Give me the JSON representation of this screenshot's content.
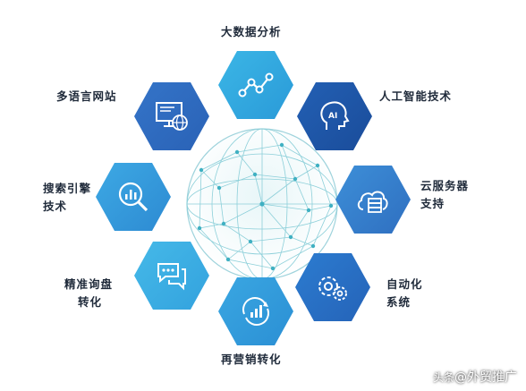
{
  "nodes": {
    "big_data": "大数据分析",
    "ai": "人工智能技术",
    "cloud_1": "云服务器",
    "cloud_2": "支持",
    "automation_1": "自动化",
    "automation_2": "系统",
    "remarketing": "再营销转化",
    "inquiry_1": "精准询盘",
    "inquiry_2": "转化",
    "search_1": "搜索引擎",
    "search_2": "技术",
    "website": "多语言网站"
  },
  "ai_icon_text": "AI",
  "watermark": {
    "brand": "头条",
    "handle": "@外贸推广"
  },
  "colors": {
    "hex_light": "#34a8e0",
    "hex_mid": "#2b7fd0",
    "hex_dark": "#1f5fae",
    "globe": "#4fb8c8"
  }
}
